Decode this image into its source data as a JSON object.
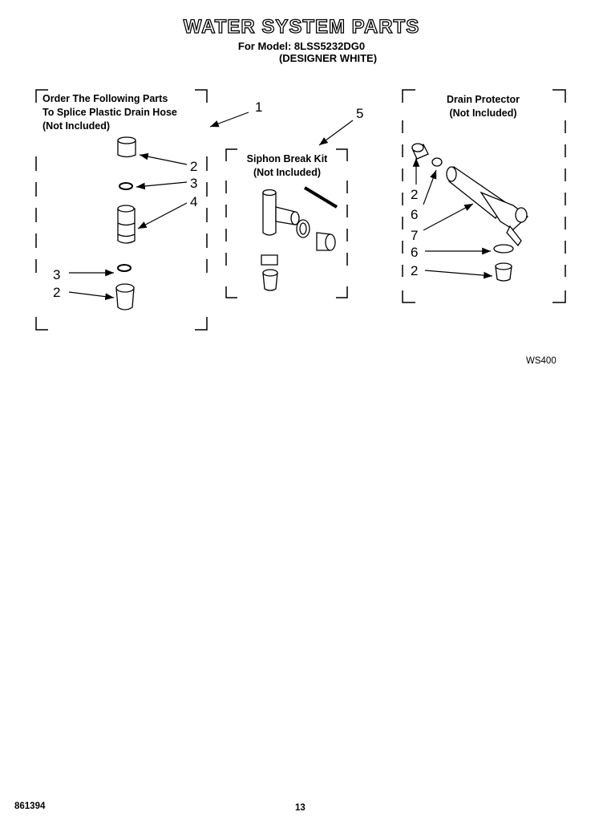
{
  "header": {
    "title": "WATER SYSTEM PARTS",
    "model_line": "For Model: 8LSS5232DG0",
    "color_line": "(DESIGNER WHITE)"
  },
  "groups": {
    "splice": {
      "line1": "Order The Following Parts",
      "line2": "To Splice Plastic Drain Hose",
      "line3": "(Not Included)"
    },
    "siphon": {
      "line1": "Siphon Break Kit",
      "line2": "(Not Included)"
    },
    "drain": {
      "line1": "Drain Protector",
      "line2": "(Not Included)"
    }
  },
  "callouts": {
    "c1": "1",
    "c2a": "2",
    "c3a": "3",
    "c4": "4",
    "c3b": "3",
    "c2b": "2",
    "c5": "5",
    "c2c": "2",
    "c6a": "6",
    "c7": "7",
    "c6b": "6",
    "c2d": "2"
  },
  "diagram_code": "WS400",
  "footer": {
    "doc_number": "861394",
    "page_number": "13"
  }
}
